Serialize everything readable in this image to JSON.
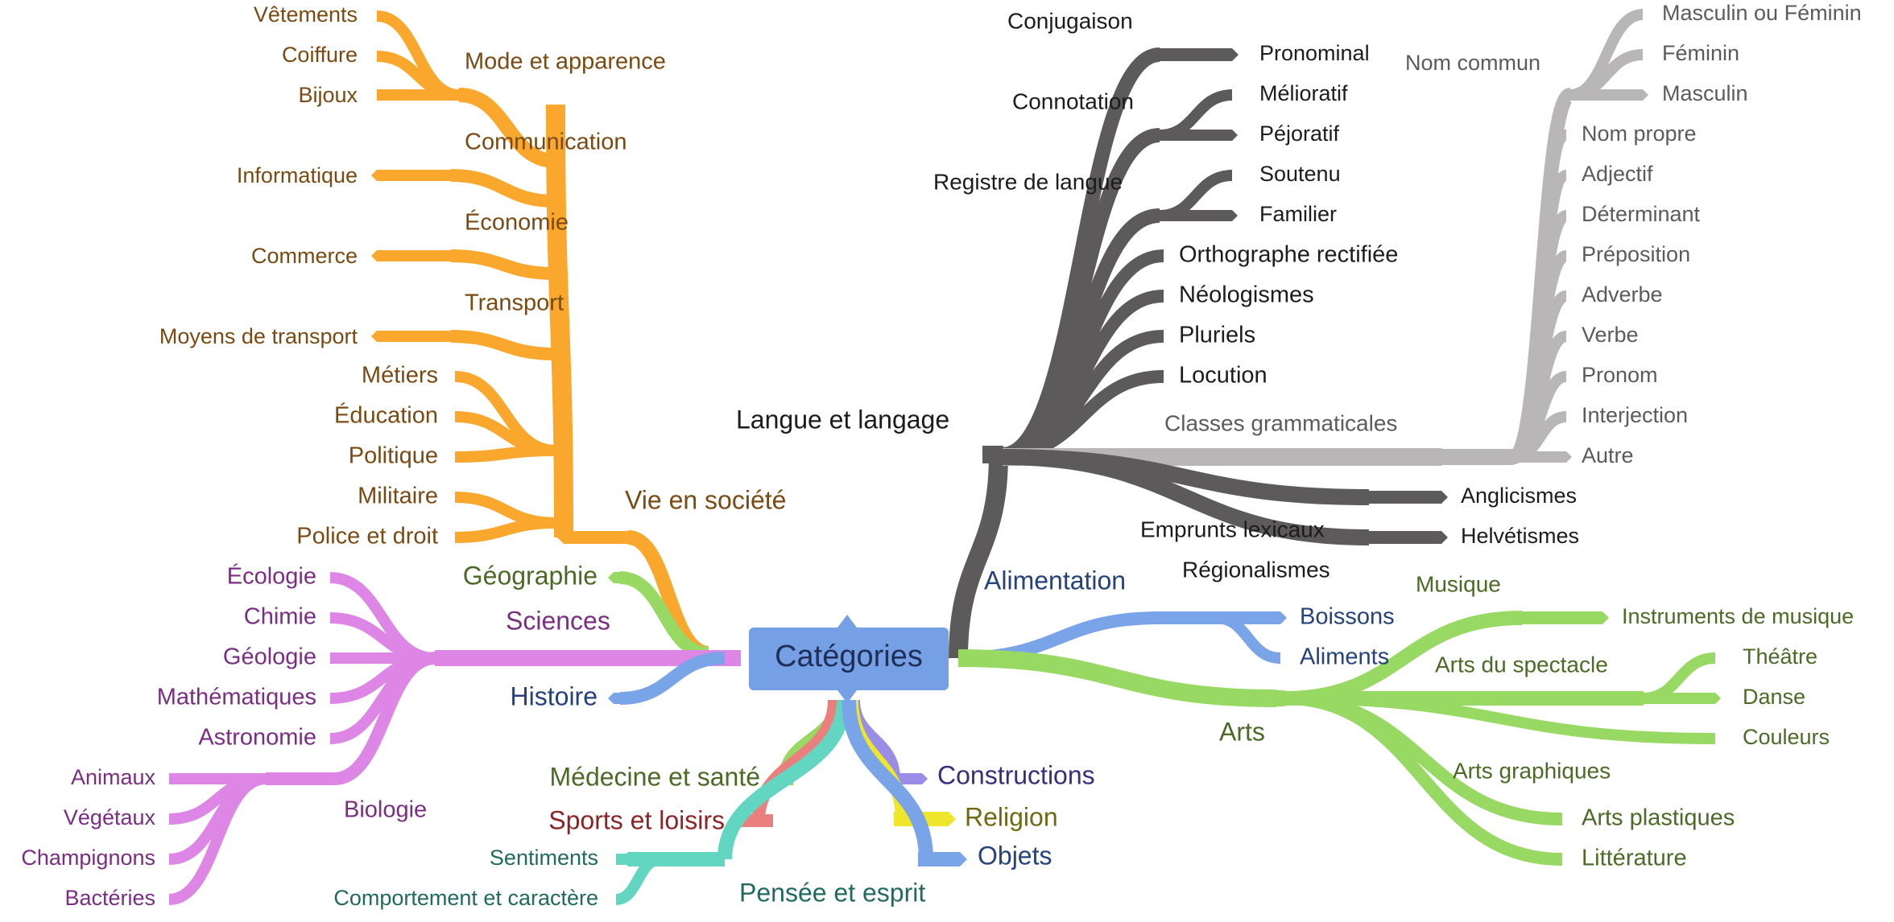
{
  "colors": {
    "root_fill": "#76a0e6",
    "root_text": "#1f2f56",
    "orange": "#f9a72d",
    "orange_text": "#7a4a12",
    "dark": "#5c5a5b",
    "dark_text": "#1c1c1c",
    "gray": "#b8b6b7",
    "gray_text": "#5b5b5b",
    "violet": "#dd86e6",
    "violet_text": "#7b2d83",
    "green_light": "#98d964",
    "green_text": "#4b6a25",
    "blue": "#7aa4e8",
    "blue_text": "#25427d",
    "red": "#ea807e",
    "red_text": "#8a2426",
    "yellow": "#ede62a",
    "yellow_text": "#6e6a10",
    "purple": "#9a8de8",
    "purple_text": "#352f7c",
    "teal": "#62d6c0",
    "teal_text": "#1f6b5e"
  },
  "root": {
    "label": "Catégories"
  },
  "vie_en_societe": {
    "label": "Vie en société",
    "groups": {
      "mode": "Mode et apparence",
      "communication": "Communication",
      "economie": "Économie",
      "transport": "Transport"
    },
    "leaves": {
      "vetements": "Vêtements",
      "coiffure": "Coiffure",
      "bijoux": "Bijoux",
      "informatique": "Informatique",
      "commerce": "Commerce",
      "moyens": "Moyens de transport",
      "metiers": "Métiers",
      "education": "Éducation",
      "politique": "Politique",
      "militaire": "Militaire",
      "police": "Police et droit"
    }
  },
  "geographie": {
    "label": "Géographie"
  },
  "histoire": {
    "label": "Histoire"
  },
  "sciences": {
    "label": "Sciences",
    "leaves": {
      "ecologie": "Écologie",
      "chimie": "Chimie",
      "geologie": "Géologie",
      "mathematiques": "Mathématiques",
      "astronomie": "Astronomie"
    },
    "biologie": {
      "label": "Biologie",
      "leaves": {
        "animaux": "Animaux",
        "vegetaux": "Végétaux",
        "champignons": "Champignons",
        "bacteries": "Bactéries"
      }
    }
  },
  "medecine": {
    "label": "Médecine et santé"
  },
  "sports": {
    "label": "Sports et loisirs"
  },
  "pensee": {
    "label": "Pensée et esprit",
    "leaves": {
      "sentiments": "Sentiments",
      "comportement": "Comportement et caractère"
    }
  },
  "constructions": {
    "label": "Constructions"
  },
  "religion": {
    "label": "Religion"
  },
  "objets": {
    "label": "Objets"
  },
  "langue": {
    "label": "Langue et langage",
    "conjugaison": {
      "label": "Conjugaison",
      "leaf": "Pronominal"
    },
    "connotation": {
      "label": "Connotation",
      "leaves": {
        "melioratif": "Mélioratif",
        "pejoratif": "Péjoratif"
      }
    },
    "registre": {
      "label": "Registre de langue",
      "leaves": {
        "soutenu": "Soutenu",
        "familier": "Familier"
      }
    },
    "orthographe": "Orthographe rectifiée",
    "neologismes": "Néologismes",
    "pluriels": "Pluriels",
    "locution": "Locution",
    "classes": {
      "label": "Classes grammaticales",
      "nom_commun": {
        "label": "Nom commun",
        "leaves": {
          "masc_fem": "Masculin ou Féminin",
          "feminin": "Féminin",
          "masculin": "Masculin"
        }
      },
      "leaves": {
        "nom_propre": "Nom propre",
        "adjectif": "Adjectif",
        "determinant": "Déterminant",
        "preposition": "Préposition",
        "adverbe": "Adverbe",
        "verbe": "Verbe",
        "pronom": "Pronom",
        "interjection": "Interjection",
        "autre": "Autre"
      }
    },
    "emprunts": {
      "label": "Emprunts lexicaux",
      "leaves": {
        "anglicismes": "Anglicismes",
        "helvetismes": "Helvétismes"
      }
    },
    "regionalismes": "Régionalismes"
  },
  "alimentation": {
    "label": "Alimentation",
    "leaves": {
      "boissons": "Boissons",
      "aliments": "Aliments"
    }
  },
  "arts": {
    "label": "Arts",
    "musique": {
      "label": "Musique",
      "leaf": "Instruments de musique"
    },
    "spectacle": {
      "label": "Arts du spectacle",
      "leaves": {
        "theatre": "Théâtre",
        "danse": "Danse"
      }
    },
    "couleurs": "Couleurs",
    "graphiques": "Arts graphiques",
    "plastiques": "Arts plastiques",
    "litterature": "Littérature"
  }
}
